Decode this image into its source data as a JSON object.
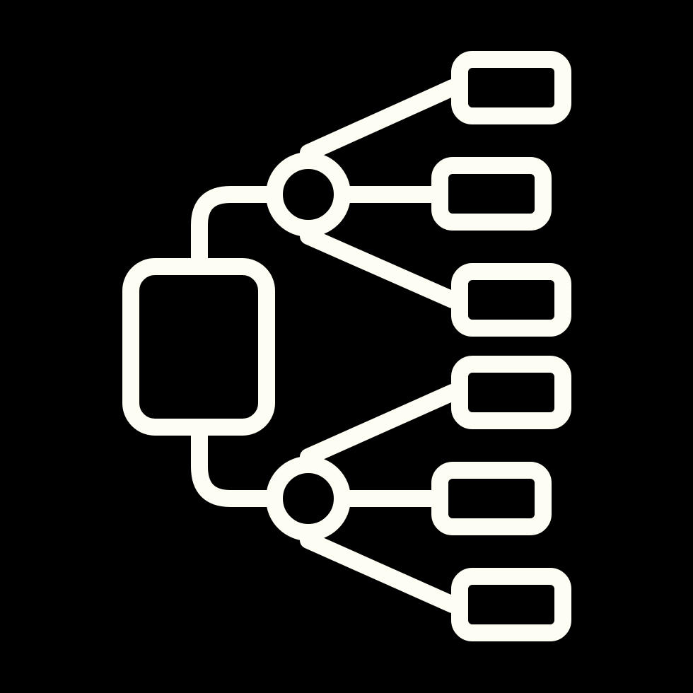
{
  "icon": {
    "name": "hierarchy-diagram-icon",
    "style": "outline",
    "stroke_color": "#fdfdf3",
    "background_color": "#000000"
  },
  "diagram": {
    "root": {
      "shape": "rounded-rectangle"
    },
    "hubs": [
      {
        "shape": "circle",
        "children": 3
      },
      {
        "shape": "circle",
        "children": 3
      }
    ],
    "leaf_shape": "rounded-rectangle"
  }
}
